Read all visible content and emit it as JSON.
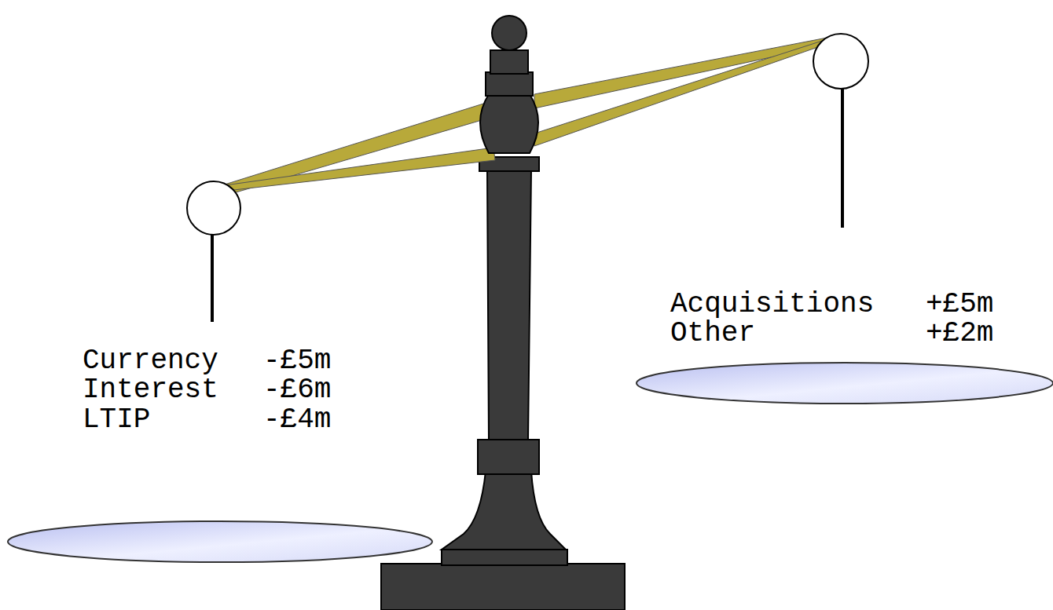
{
  "diagram": {
    "labels": [
      "Currency",
      "-£5m",
      "Interest",
      "-£6m",
      "LTIP",
      "-£4m",
      "Acquisitions",
      "+£5m",
      "Other",
      "+£2m"
    ]
  }
}
